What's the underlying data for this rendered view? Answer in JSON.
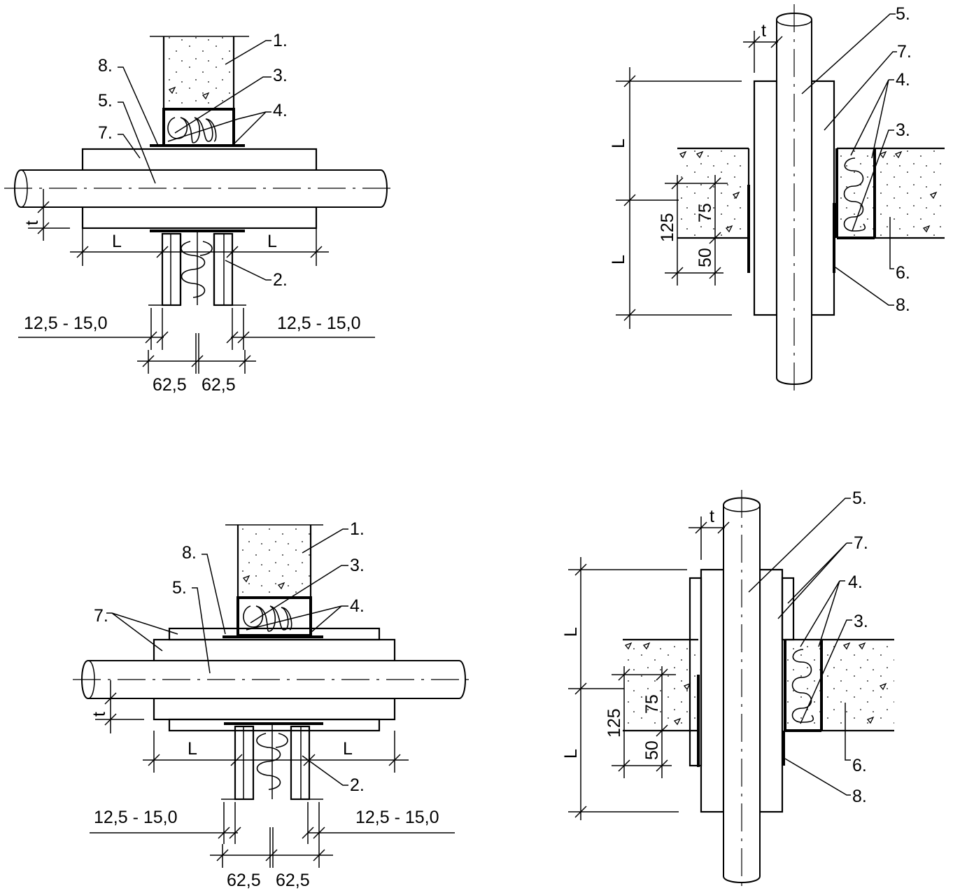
{
  "labels": {
    "n1": "1.",
    "n2": "2.",
    "n3": "3.",
    "n4": "4.",
    "n5": "5.",
    "n6": "6.",
    "n7": "7.",
    "n8": "8."
  },
  "dims": {
    "L": "L",
    "t": "t",
    "gap_range": "12,5 - 15,0",
    "half_width": "62,5",
    "d125": "125",
    "d75": "75",
    "d50": "50"
  },
  "colors": {
    "line": "#000000",
    "background": "#ffffff"
  }
}
